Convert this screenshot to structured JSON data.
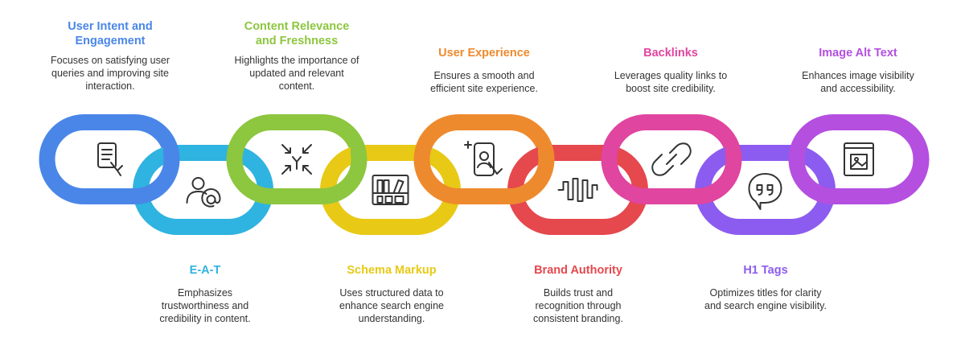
{
  "items": [
    {
      "title": "User Intent and Engagement",
      "desc": "Focuses on satisfying user queries and improving site interaction.",
      "color": "#4a86e8",
      "icon": "tablet-touch-icon"
    },
    {
      "title": "E-A-T",
      "desc": "Emphasizes trustworthiness and credibility in content.",
      "color": "#2fb3e0",
      "icon": "person-at-icon"
    },
    {
      "title": "Content Relevance and Freshness",
      "desc": "Highlights the importance of updated and relevant content.",
      "color": "#8dc63f",
      "icon": "focus-arrows-icon"
    },
    {
      "title": "Schema Markup",
      "desc": "Uses structured data to enhance search engine understanding.",
      "color": "#e8c915",
      "icon": "bookshelf-icon"
    },
    {
      "title": "User Experience",
      "desc": "Ensures a smooth and efficient site experience.",
      "color": "#ee8a2e",
      "icon": "phone-user-icon"
    },
    {
      "title": "Brand Authority",
      "desc": "Builds trust and recognition through consistent branding.",
      "color": "#e5484d",
      "icon": "soundwave-icon"
    },
    {
      "title": "Backlinks",
      "desc": "Leverages quality links to boost site credibility.",
      "color": "#e0459f",
      "icon": "link-icon"
    },
    {
      "title": "H1 Tags",
      "desc": "Optimizes titles for clarity and search engine visibility.",
      "color": "#8c5cf0",
      "icon": "quote-bubble-icon"
    },
    {
      "title": "Image Alt Text",
      "desc": "Enhances image visibility and accessibility.",
      "color": "#b44fe0",
      "icon": "image-book-icon"
    }
  ]
}
